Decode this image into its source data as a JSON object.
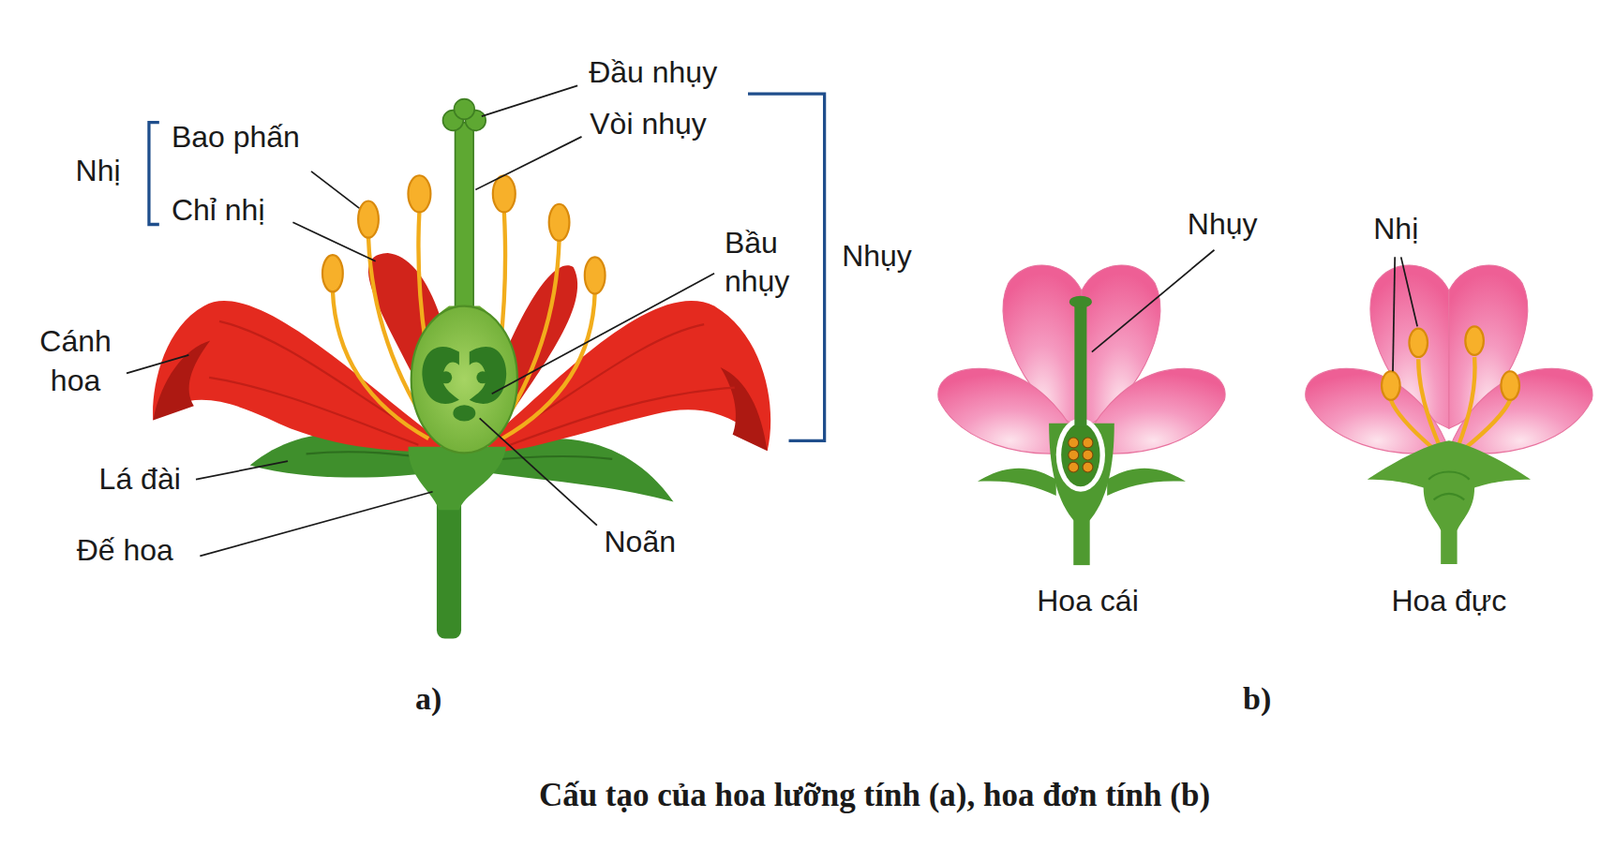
{
  "diagram": {
    "caption": "Cấu tạo của hoa lưỡng tính (a), hoa đơn tính (b)",
    "labels": [
      "Đầu nhụy",
      "Vòi nhụy",
      "Bao phấn",
      "Nhị",
      "Chỉ nhị",
      "Bầu nhụy",
      "Nhụy",
      "Cánh hoa",
      "Lá đài",
      "Đế hoa",
      "Noãn",
      "a)",
      "Nhụy",
      "Nhị",
      "Hoa cái",
      "Hoa đực",
      "b)"
    ]
  }
}
